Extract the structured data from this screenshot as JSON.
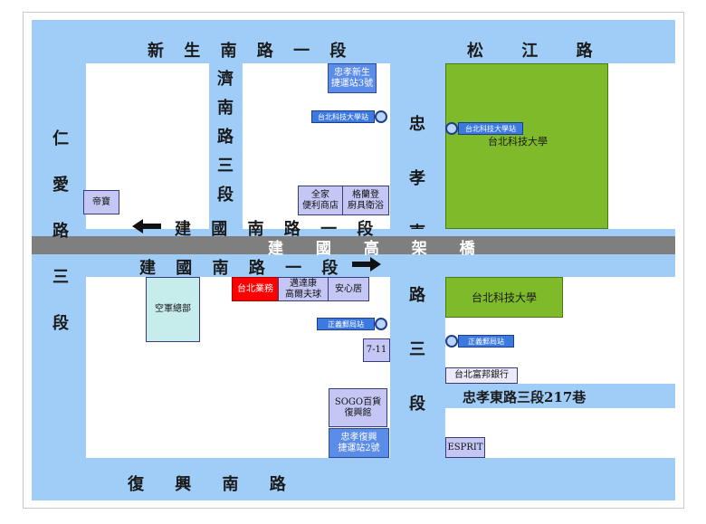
{
  "roads": {
    "xinsheng_south": "新 生 南 路 一 段",
    "songjiang": "松 江 路",
    "jinan_south": "濟南路三段",
    "zhongxiao_east": "忠孝東路三段",
    "renai": "仁愛路三段",
    "jianguo_south_upper": "建 國 南 路 一 段",
    "jianguo_elevated": "建 國 高 架 橋",
    "jianguo_south_lower": "建 國 南 路 一 段",
    "fuxing_south": "復 興 南 路",
    "zhongxiao_lane": "忠孝東路三段217巷"
  },
  "pois": {
    "mrt_xinsheng": "忠孝新生\n捷運站3號",
    "ntut_station_left": "台北科技大學站",
    "ntut_station_right": "台北科技大學站",
    "ntut_campus_north": "台北科技大學",
    "ntut_campus_south": "台北科技大學",
    "dibao": "帝寶",
    "familymart": "全家\n便利商店",
    "golden_bath": "格蘭登\n廚具衛浴",
    "air_force_hq": "空軍總部",
    "taipei_jade": "台北業務",
    "yidakang": "邁達康\n高爾夫球",
    "anxinju": "安心居",
    "post_station_left": "正義郵局站",
    "post_station_right": "正義郵局站",
    "seven_eleven": "7-11",
    "fubon_bank": "台北富邦銀行",
    "sogo": "SOGO百貨\n復興館",
    "mrt_fuxing": "忠孝復興\n捷運站2號",
    "esprit": "ESPRIT"
  },
  "icons": {
    "arrow_west": "arrow-left-icon",
    "arrow_east": "arrow-right-icon",
    "station": "bus-stop-icon"
  },
  "colors": {
    "street": "#9fcdf7",
    "elevated": "#7f7f7f",
    "campus": "#7fba2a",
    "poi": "#c4c7f4",
    "poi_blue": "#5b8ce8",
    "poi_red": "#ff0000"
  }
}
